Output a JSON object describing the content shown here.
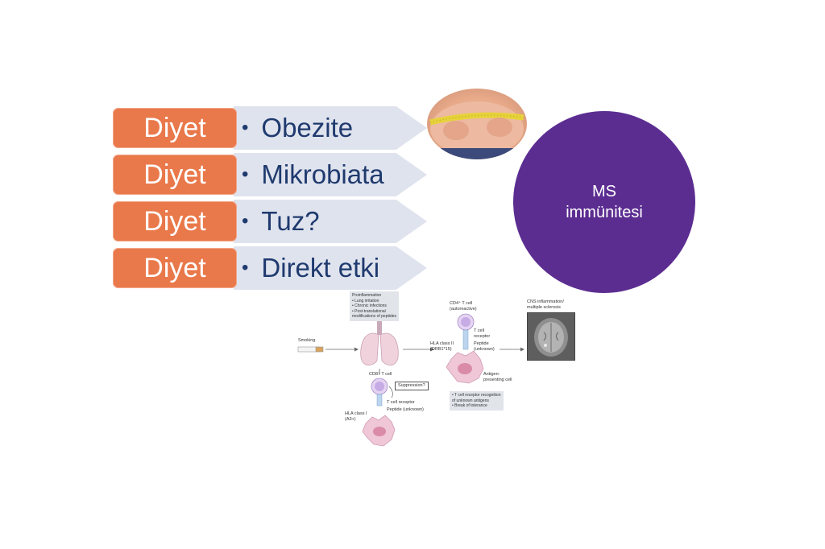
{
  "rows": [
    {
      "pill": "Diyet",
      "item": "Obezite"
    },
    {
      "pill": "Diyet",
      "item": "Mikrobiata"
    },
    {
      "pill": "Diyet",
      "item": "Tuz?"
    },
    {
      "pill": "Diyet",
      "item": "Direkt etki"
    }
  ],
  "bullet": "•",
  "circle": {
    "line1": "MS",
    "line2": "immünitesi"
  },
  "figure": {
    "proinflammation": {
      "title": "Proinflammation",
      "items": [
        "• Lung irritation",
        "• Chronic infections",
        "• Post-translational",
        "  modifications of peptides"
      ]
    },
    "smoking": "Smoking",
    "cd8_cell": "CD8⁺ T cell",
    "suppression": "Suppression?",
    "tcr_left": "T cell receptor",
    "peptide_left": "Peptide (unknown)",
    "hla1": [
      "HLA class I",
      "(A3+)"
    ],
    "cd4_cell": [
      "CD4⁺ T cell",
      "(autoreactive)"
    ],
    "tcr_right": [
      "T cell",
      "receptor"
    ],
    "peptide_right": [
      "Peptide",
      "(unknown)"
    ],
    "hla2": [
      "HLA class II",
      "(DRB1*15)"
    ],
    "apc": [
      "Antigen-",
      "presenting cell"
    ],
    "tolerance": [
      "• T cell receptor recognition",
      "  of unknown antigens",
      "• Break of tolerance"
    ],
    "cns": [
      "CNS inflammation/",
      "multiple sclerosis"
    ]
  },
  "colors": {
    "pill": "#e9784a",
    "arrow": "#dfe3ee",
    "item_text": "#1f3a6e",
    "circle": "#5c2d91"
  }
}
